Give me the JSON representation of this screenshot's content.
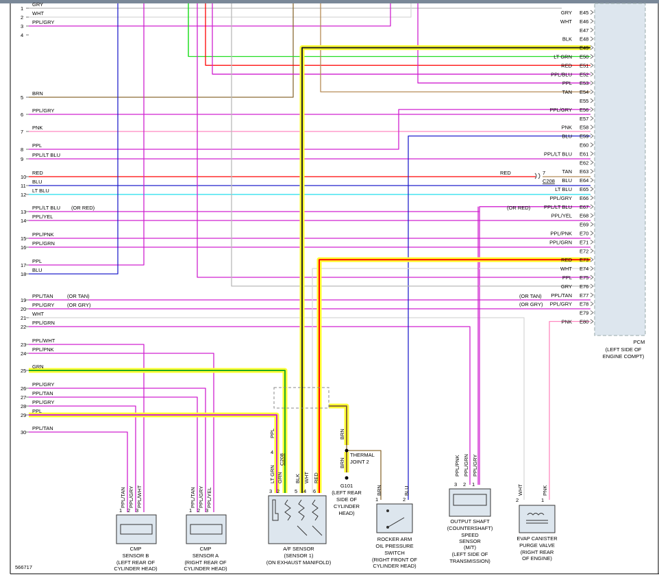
{
  "diagram_id": "566717",
  "colors": {
    "GRY": "#b9b9b9",
    "WHT": "#d8d8d8",
    "PPL": "#d020d0",
    "BLK": "#222222",
    "BRN": "#8a6a33",
    "RED": "#ff0000",
    "PNK": "#ff88c0",
    "BLU": "#2222cc",
    "LT BLU": "#2255ff",
    "CYAN": "#22ddee",
    "LT GRN": "#22dd22",
    "GRN": "#22aa22",
    "TAN": "#b58a55",
    "highlight": "#ffff33",
    "header": "#7a8898",
    "pcm_fill": "#dde6ee"
  },
  "pcm": {
    "label": "PCM",
    "location": "(LEFT SIDE OF",
    "location2": "ENGINE COMPT)",
    "pins": [
      {
        "pin": "E45",
        "wire": "GRY",
        "color": "GRY"
      },
      {
        "pin": "E46",
        "wire": "WHT",
        "color": "WHT"
      },
      {
        "pin": "E47",
        "wire": "",
        "color": ""
      },
      {
        "pin": "E48",
        "wire": "BLK",
        "color": "BLK"
      },
      {
        "pin": "E49",
        "wire": "",
        "color": ""
      },
      {
        "pin": "E50",
        "wire": "LT GRN",
        "color": "LT GRN"
      },
      {
        "pin": "E51",
        "wire": "RED",
        "color": "RED"
      },
      {
        "pin": "E52",
        "wire": "PPL/BLU",
        "color": "PPL"
      },
      {
        "pin": "E53",
        "wire": "PPL",
        "color": "PPL"
      },
      {
        "pin": "E54",
        "wire": "TAN",
        "color": "TAN"
      },
      {
        "pin": "E55",
        "wire": "",
        "color": ""
      },
      {
        "pin": "E56",
        "wire": "PPL/GRY",
        "color": "PPL"
      },
      {
        "pin": "E57",
        "wire": "",
        "color": ""
      },
      {
        "pin": "E58",
        "wire": "PNK",
        "color": "PNK"
      },
      {
        "pin": "E59",
        "wire": "BLU",
        "color": "BLU"
      },
      {
        "pin": "E60",
        "wire": "",
        "color": ""
      },
      {
        "pin": "E61",
        "wire": "PPL/LT BLU",
        "color": "PPL"
      },
      {
        "pin": "E62",
        "wire": "",
        "color": ""
      },
      {
        "pin": "E63",
        "wire": "TAN",
        "color": "TAN"
      },
      {
        "pin": "E64",
        "wire": "BLU",
        "color": "BLU"
      },
      {
        "pin": "E65",
        "wire": "LT BLU",
        "color": "LT BLU"
      },
      {
        "pin": "E66",
        "wire": "PPL/GRY",
        "color": "PPL"
      },
      {
        "pin": "E67",
        "wire": "PPL/LT BLU",
        "color": "PPL"
      },
      {
        "pin": "E68",
        "wire": "PPL/YEL",
        "color": "PPL"
      },
      {
        "pin": "E69",
        "wire": "",
        "color": ""
      },
      {
        "pin": "E70",
        "wire": "PPL/PNK",
        "color": "PPL"
      },
      {
        "pin": "E71",
        "wire": "PPL/GRN",
        "color": "PPL"
      },
      {
        "pin": "E72",
        "wire": "",
        "color": ""
      },
      {
        "pin": "E73",
        "wire": "RED",
        "color": "RED"
      },
      {
        "pin": "E74",
        "wire": "WHT",
        "color": "WHT"
      },
      {
        "pin": "E75",
        "wire": "PPL",
        "color": "PPL"
      },
      {
        "pin": "E76",
        "wire": "GRY",
        "color": "GRY"
      },
      {
        "pin": "E77",
        "wire": "PPL/TAN",
        "color": "PPL"
      },
      {
        "pin": "E78",
        "wire": "PPL/GRY",
        "color": "PPL"
      },
      {
        "pin": "E79",
        "wire": "",
        "color": ""
      },
      {
        "pin": "E80",
        "wire": "PNK",
        "color": "PNK"
      }
    ],
    "or_red": "(OR RED)",
    "or_tan": "(OR TAN)",
    "or_gry": "(OR GRY)",
    "c208_pin": "7",
    "c208_label": "C208",
    "c208_wire": "RED"
  },
  "left_rows": [
    {
      "n": "1",
      "wire": "GRY",
      "color": "GRY"
    },
    {
      "n": "2",
      "wire": "WHT",
      "color": "WHT"
    },
    {
      "n": "3",
      "wire": "PPL/GRY",
      "color": "PPL"
    },
    {
      "n": "4",
      "wire": "",
      "color": ""
    },
    {
      "n": "5",
      "wire": "BRN",
      "color": "BRN"
    },
    {
      "n": "6",
      "wire": "PPL/GRY",
      "color": "PPL"
    },
    {
      "n": "7",
      "wire": "PNK",
      "color": "PNK"
    },
    {
      "n": "8",
      "wire": "PPL",
      "color": "PPL"
    },
    {
      "n": "9",
      "wire": "PPL/LT BLU",
      "color": "PPL"
    },
    {
      "n": "10",
      "wire": "RED",
      "color": "RED"
    },
    {
      "n": "11",
      "wire": "BLU",
      "color": "BLU"
    },
    {
      "n": "12",
      "wire": "LT BLU",
      "color": "CYAN"
    },
    {
      "n": "13",
      "wire": "PPL/LT BLU",
      "color": "PPL",
      "note": "(OR RED)"
    },
    {
      "n": "14",
      "wire": "PPL/YEL",
      "color": "PPL"
    },
    {
      "n": "15",
      "wire": "PPL/PNK",
      "color": "PPL"
    },
    {
      "n": "16",
      "wire": "PPL/GRN",
      "color": "PPL"
    },
    {
      "n": "17",
      "wire": "PPL",
      "color": "PPL"
    },
    {
      "n": "18",
      "wire": "BLU",
      "color": "BLU"
    },
    {
      "n": "19",
      "wire": "PPL/TAN",
      "color": "PPL",
      "note": "(OR TAN)"
    },
    {
      "n": "20",
      "wire": "PPL/GRY",
      "color": "PPL",
      "note": "(OR GRY)"
    },
    {
      "n": "21",
      "wire": "WHT",
      "color": "WHT"
    },
    {
      "n": "22",
      "wire": "PPL/GRN",
      "color": "PPL"
    },
    {
      "n": "23",
      "wire": "PPL/WHT",
      "color": "PPL"
    },
    {
      "n": "24",
      "wire": "PPL/PNK",
      "color": "PPL"
    },
    {
      "n": "25",
      "wire": "GRN",
      "color": "GRN"
    },
    {
      "n": "26",
      "wire": "PPL/GRY",
      "color": "PPL"
    },
    {
      "n": "27",
      "wire": "PPL/TAN",
      "color": "PPL"
    },
    {
      "n": "28",
      "wire": "PPL/GRY",
      "color": "PPL"
    },
    {
      "n": "29",
      "wire": "PPL",
      "color": "PPL"
    },
    {
      "n": "30",
      "wire": "PPL/TAN",
      "color": "PPL"
    }
  ],
  "components": {
    "cmp_b": {
      "pins": [
        "PPL/TAN",
        "PPL/GRY",
        "PPL/WHT"
      ],
      "l1": "CMP",
      "l2": "SENSOR B",
      "l3": "(LEFT REAR OF",
      "l4": "CYLINDER HEAD)"
    },
    "cmp_a": {
      "pins": [
        "PPL/TAN",
        "PPL/GRY",
        "PPL/YEL"
      ],
      "l1": "CMP",
      "l2": "SENSOR A",
      "l3": "(RIGHT REAR OF",
      "l4": "CYLINDER HEAD)"
    },
    "af": {
      "pins": [
        "LT GRN",
        "GRN",
        "PPL",
        "BLK",
        "WHT",
        "RED"
      ],
      "connector": "C208",
      "l1": "A/F SENSOR",
      "l2": "(SENSOR 1)",
      "l3": "(ON EXHAUST MANIFOLD)"
    },
    "ground": {
      "wire": "BRN",
      "thermal": "THERMAL",
      "thermal2": "JOINT 2",
      "g": "G101",
      "l1": "(LEFT REAR",
      "l2": "SIDE OF",
      "l3": "CYLINDER",
      "l4": "HEAD)"
    },
    "rocker": {
      "pins": [
        "BRN",
        "BLU"
      ],
      "l1": "ROCKER ARM",
      "l2": "OIL PRESSURE",
      "l3": "SWITCH",
      "l4": "(RIGHT FRONT OF",
      "l5": "CYLINDER HEAD)"
    },
    "oss": {
      "pins": [
        "PPL/PNK",
        "PPL/GRN",
        "PPL/GRY"
      ],
      "l1": "OUTPUT SHAFT",
      "l2": "(COUNTERSHAFT)",
      "l3": "SPEED",
      "l4": "SENSOR",
      "l5": "(M/T)",
      "l6": "(LEFT SIDE OF",
      "l7": "TRANSMISSION)"
    },
    "evap": {
      "pins": [
        "WHT",
        "PNK"
      ],
      "l1": "EVAP CANISTER",
      "l2": "PURGE VALVE",
      "l3": "(RIGHT REAR",
      "l4": "OF ENGINE)"
    }
  }
}
